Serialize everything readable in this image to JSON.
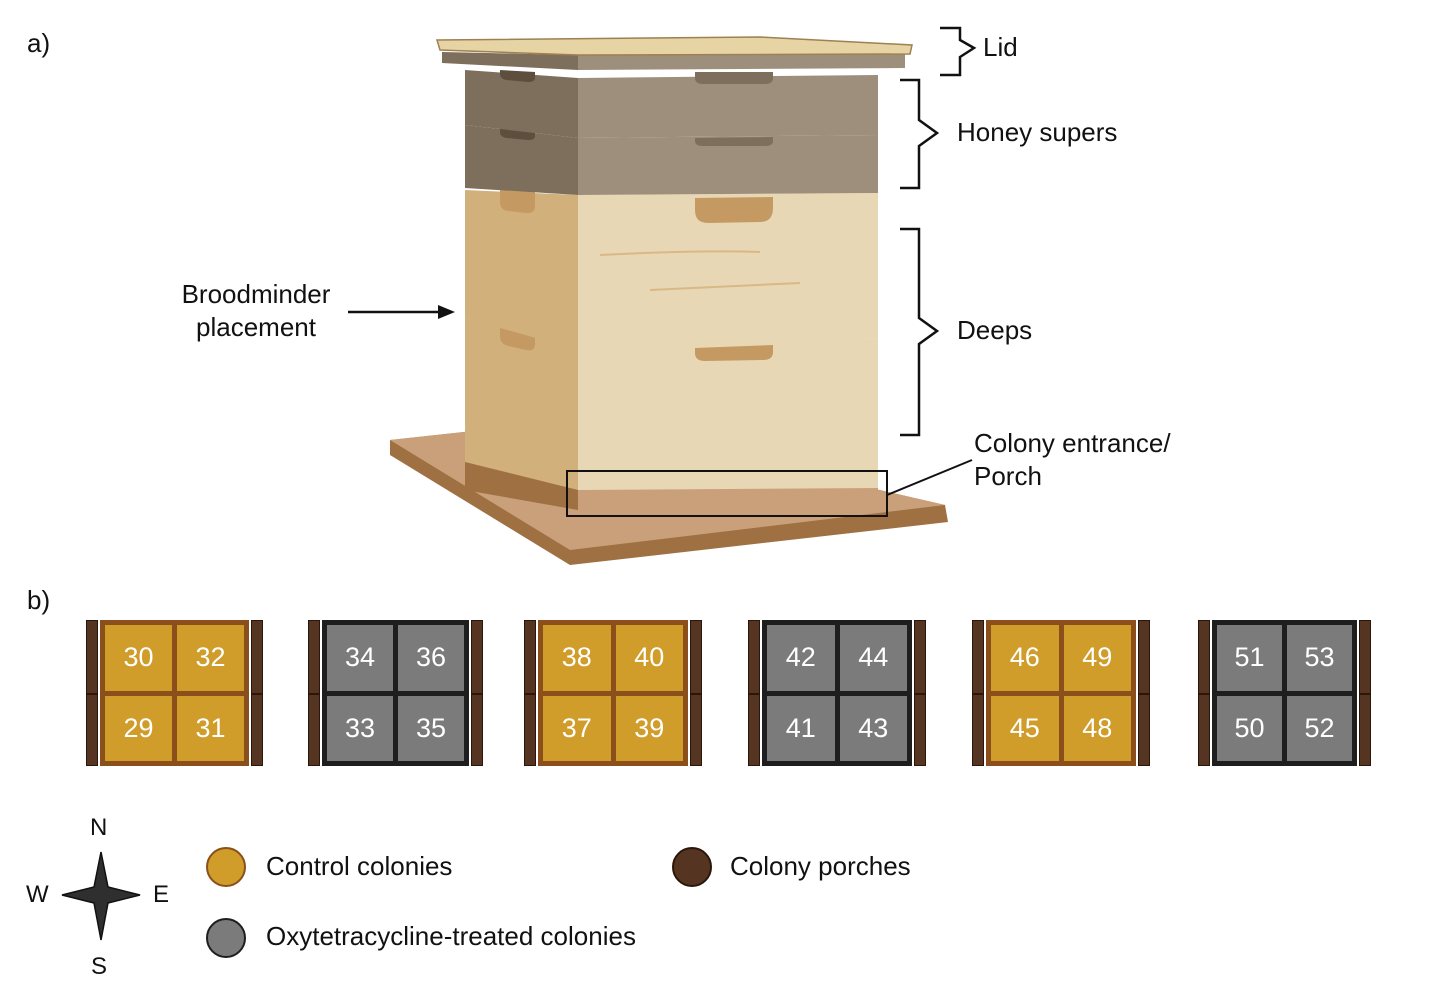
{
  "panels": {
    "a": {
      "label": "a)"
    },
    "b": {
      "label": "b)"
    }
  },
  "hive": {
    "labels": {
      "lid": "Lid",
      "honey_supers": "Honey supers",
      "deeps": "Deeps",
      "porch_line1": "Colony entrance/",
      "porch_line2": "Porch",
      "broodminder_line1": "Broodminder",
      "broodminder_line2": "placement"
    }
  },
  "colors": {
    "control_fill": "#D09C2A",
    "control_border": "#8A4F1A",
    "treated_fill": "#7B7B7B",
    "treated_border": "#1E1E1E",
    "porch_fill": "#553522",
    "porch_border": "#2A1709",
    "lid_top": "#E6D4A4",
    "super_side": "#9E8F7C",
    "super_shade": "#7E6E5C",
    "deep_front": "#E8D7B5",
    "deep_side": "#D2B07C",
    "base": "#C9A07A",
    "base_edge": "#9E7042"
  },
  "apiary": {
    "groups": [
      {
        "treatment": "control",
        "top": [
          "30",
          "32"
        ],
        "bottom": [
          "29",
          "31"
        ]
      },
      {
        "treatment": "treated",
        "top": [
          "34",
          "36"
        ],
        "bottom": [
          "33",
          "35"
        ]
      },
      {
        "treatment": "control",
        "top": [
          "38",
          "40"
        ],
        "bottom": [
          "37",
          "39"
        ]
      },
      {
        "treatment": "treated",
        "top": [
          "42",
          "44"
        ],
        "bottom": [
          "41",
          "43"
        ]
      },
      {
        "treatment": "control",
        "top": [
          "46",
          "49"
        ],
        "bottom": [
          "45",
          "48"
        ]
      },
      {
        "treatment": "treated",
        "top": [
          "51",
          "53"
        ],
        "bottom": [
          "50",
          "52"
        ]
      }
    ]
  },
  "compass": {
    "n": "N",
    "s": "S",
    "e": "E",
    "w": "W"
  },
  "legend": {
    "control": "Control colonies",
    "treated": "Oxytetracycline-treated colonies",
    "porches": "Colony porches"
  }
}
